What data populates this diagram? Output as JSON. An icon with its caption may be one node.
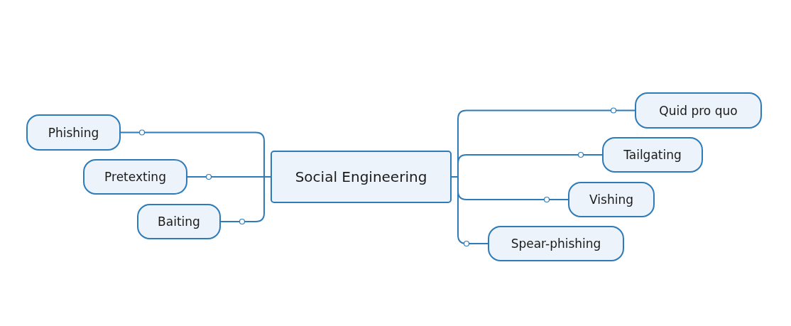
{
  "diagram": {
    "nodes": [
      {
        "text": [
          "Social Engineering"
        ]
      },
      {
        "text": [
          "Phishing"
        ]
      },
      {
        "text": [
          "Pretexting"
        ]
      },
      {
        "text": [
          "Baiting"
        ]
      },
      {
        "text": [
          "Quid pro quo"
        ]
      },
      {
        "text": [
          "Tailgating"
        ]
      },
      {
        "text": [
          "Vishing"
        ]
      },
      {
        "text": [
          "Spear-phishing"
        ]
      }
    ],
    "edges": [
      {
        "from": 0,
        "to": 1,
        "arrow": "other"
      },
      {
        "from": 0,
        "to": 2,
        "arrow": "other"
      },
      {
        "from": 0,
        "to": 3,
        "arrow": "other"
      },
      {
        "from": 0,
        "to": 4,
        "arrow": "other"
      },
      {
        "from": 0,
        "to": 5,
        "arrow": "other"
      },
      {
        "from": 0,
        "to": 6,
        "arrow": "other"
      },
      {
        "from": 0,
        "to": 7,
        "arrow": "other"
      }
    ]
  }
}
